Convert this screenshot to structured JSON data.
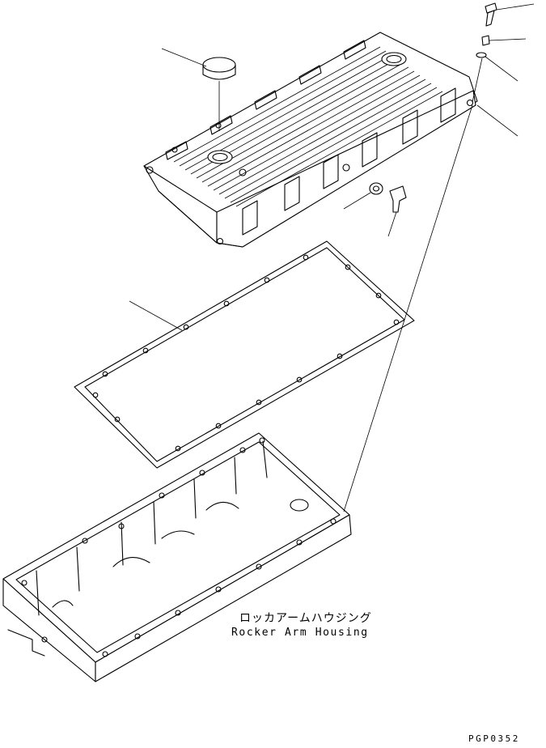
{
  "caption": {
    "japanese": "ロッカアームハウジング",
    "english": "Rocker Arm Housing"
  },
  "figure_code": "PGP0352",
  "colors": {
    "ink": "#000000",
    "paper": "#ffffff"
  }
}
